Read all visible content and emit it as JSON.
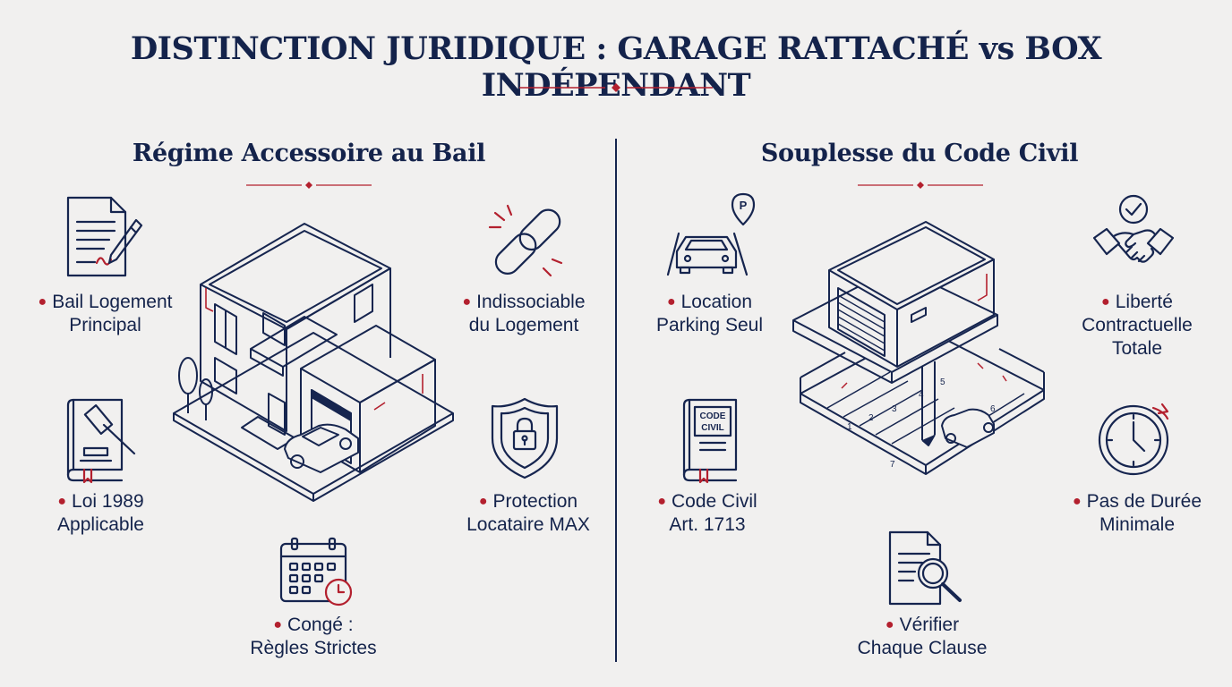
{
  "title": "DISTINCTION JURIDIQUE : GARAGE RATTACHÉ vs BOX INDÉPENDANT",
  "left": {
    "heading": "Régime Accessoire au Bail",
    "items": [
      {
        "line1": "Bail Logement",
        "line2": "Principal",
        "icon": "lease-document-icon"
      },
      {
        "line1": "Indissociable",
        "line2": "du Logement",
        "icon": "chain-link-icon"
      },
      {
        "line1": "Loi 1989",
        "line2": "Applicable",
        "icon": "law-book-gavel-icon"
      },
      {
        "line1": "Protection",
        "line2": "Locataire MAX",
        "icon": "shield-lock-icon"
      },
      {
        "line1": "Congé :",
        "line2": "Règles Strictes",
        "icon": "calendar-clock-icon"
      }
    ]
  },
  "right": {
    "heading": "Souplesse du Code Civil",
    "book_text": [
      "CODE",
      "CIVIL"
    ],
    "parking_sign": "P",
    "space_numbers": [
      "1",
      "2",
      "3",
      "4",
      "5",
      "6",
      "7"
    ],
    "items": [
      {
        "line1": "Location",
        "line2": "Parking Seul",
        "icon": "car-parking-icon"
      },
      {
        "line1": "Liberté",
        "line2": "Contractuelle",
        "line3": "Totale",
        "icon": "handshake-icon"
      },
      {
        "line1": "Code Civil",
        "line2": "Art. 1713",
        "icon": "code-civil-book-icon"
      },
      {
        "line1": "Pas de Durée",
        "line2": "Minimale",
        "icon": "stopwatch-icon"
      },
      {
        "line1": "Vérifier",
        "line2": "Chaque Clause",
        "icon": "document-magnifier-icon"
      }
    ]
  },
  "colors": {
    "navy": "#16254f",
    "accent_red": "#b3202e",
    "background": "#f1f0ef"
  }
}
